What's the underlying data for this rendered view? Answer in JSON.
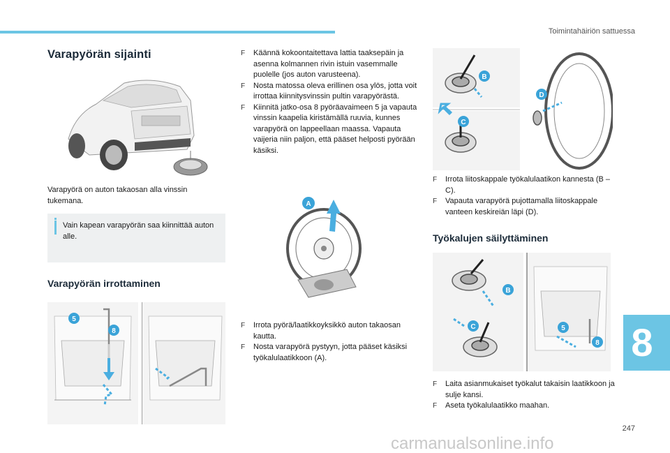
{
  "header": {
    "running_head": "Toimintahäiriön sattuessa"
  },
  "section1": {
    "title": "Varapyörän sijainti",
    "para": "Varapyörä on auton takaosan alla vinssin tukemana.",
    "note": "Vain kapean varapyörän saa kiinnittää auton alle."
  },
  "section2": {
    "title": "Varapyörän irrottaminen",
    "steps_top": [
      "Käännä kokoontaitettava lattia taaksepäin ja asenna kolmannen rivin istuin vasemmalle puolelle (jos auton varusteena).",
      "Nosta matossa oleva erillinen osa ylös, jotta voit irrottaa kiinnitysvinssin pultin varapyörästä.",
      "Kiinnitä jatko-osa 8 pyöräavaimeen 5 ja vapauta vinssin kaapelia kiristämällä ruuvia, kunnes varapyörä on lappeellaan maassa. Vapauta vaijeria niin paljon, että pääset helposti pyörään käsiksi."
    ],
    "steps_bottom": [
      "Irrota pyörä/laatikkoyksikkö auton takaosan kautta.",
      "Nosta varapyörä pystyyn, jotta pääset käsiksi työkalulaatikkoon (A)."
    ],
    "steps_right": [
      "Irrota liitoskappale työkalulaatikon kannesta (B – C).",
      "Vapauta varapyörä pujottamalla liitoskappale vanteen keskireiän läpi (D)."
    ]
  },
  "section3": {
    "title": "Työkalujen säilyttäminen",
    "steps": [
      "Laita asianmukaiset työkalut takaisin laatikkoon ja sulje kansi.",
      "Aseta työkalulaatikko maahan."
    ]
  },
  "bullet_glyph": "F",
  "callouts": {
    "a": "A",
    "b": "B",
    "c": "C",
    "d": "D",
    "five": "5",
    "eight": "8"
  },
  "chapter": "8",
  "page_number": "247",
  "watermark": "carmanualsonline.info",
  "colors": {
    "accent": "#6cc5e4",
    "heading": "#1c2b39",
    "callout": "#3aa3d8",
    "arrow": "#4aaee0"
  }
}
